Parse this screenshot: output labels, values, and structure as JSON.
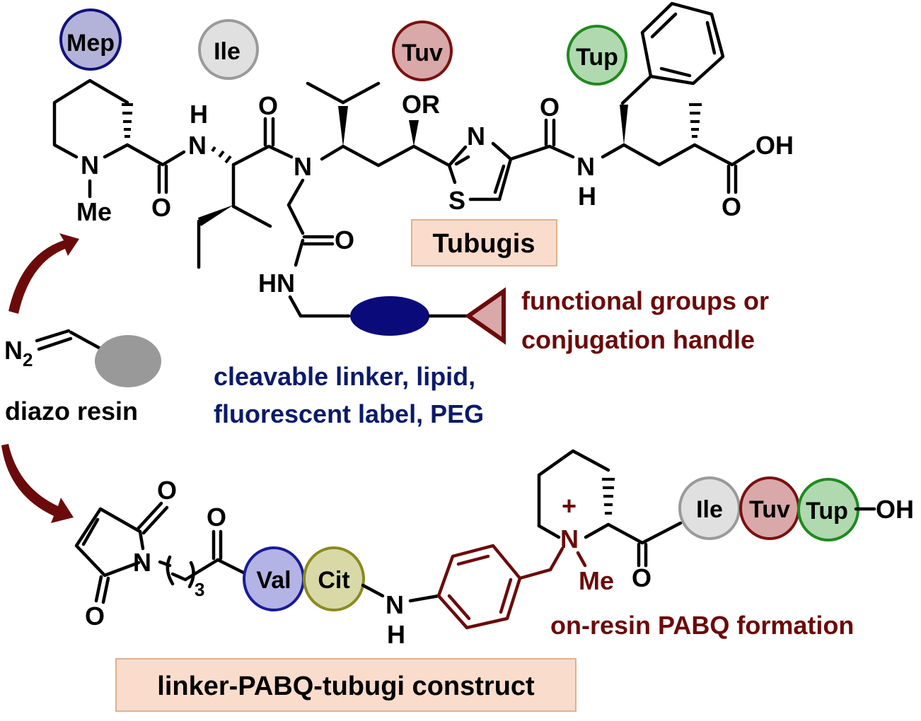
{
  "colors": {
    "mep_fill": "#b3b3d9",
    "mep_stroke": "#12127a",
    "ile_fill": "#e0e0e0",
    "ile_stroke": "#9a9a9a",
    "tuv_fill": "#d9a8a8",
    "tuv_stroke": "#7a1010",
    "tup_fill": "#b0d9b0",
    "tup_stroke": "#1e8a1e",
    "val_fill": "#b3b3e6",
    "val_stroke": "#1a1a9a",
    "cit_fill": "#d9d9a8",
    "cit_stroke": "#8a8a20",
    "box_fill": "#fadccc",
    "box_stroke": "#e0b090",
    "arrow": "#6b0a0a",
    "resin": "#999999",
    "linker_ellipse": "#0a0a7a",
    "handle_fill": "#d9a8a8",
    "handle_stroke": "#6b0a0a"
  },
  "residues_top": {
    "mep": "Mep",
    "ile": "Ile",
    "tuv": "Tuv",
    "tup": "Tup"
  },
  "residues_bottom": {
    "val": "Val",
    "cit": "Cit",
    "ile": "Ile",
    "tuv": "Tuv",
    "tup": "Tup",
    "oh": "OH"
  },
  "atoms": {
    "n": "N",
    "h": "H",
    "o": "O",
    "me": "Me",
    "or": "OR",
    "s": "S",
    "oh": "OH",
    "hn": "HN",
    "n2": "N",
    "n2_sub": "2",
    "sub3": "3",
    "plus": "+"
  },
  "labels": {
    "tubugis": "Tubugis",
    "functional_line1": "functional groups or",
    "functional_line2": "conjugation handle",
    "linker_line1": "cleavable linker, lipid,",
    "linker_line2": "fluorescent label, PEG",
    "diazo_resin": "diazo resin",
    "pabq_formation": "on-resin PABQ formation",
    "construct": "linker-PABQ-tubugi construct"
  }
}
